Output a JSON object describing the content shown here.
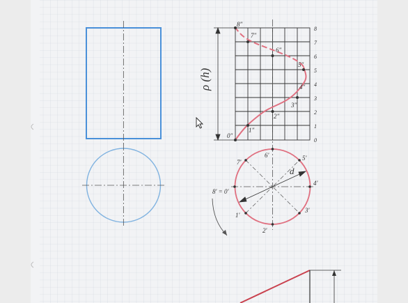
{
  "drawing": {
    "main_label": "ρ (h)",
    "diameter_label": "d",
    "top_labels": [
      "0\"",
      "1\"",
      "2\"",
      "3\"",
      "4\"",
      "5\"",
      "6\"",
      "7\"",
      "8\""
    ],
    "scale_numbers": [
      "0",
      "1",
      "2",
      "3",
      "4",
      "5",
      "6",
      "7",
      "8"
    ],
    "circle_labels": [
      "1'",
      "2'",
      "3'",
      "4'",
      "5'",
      "6'",
      "7'",
      "8' = 0'"
    ],
    "colors": {
      "paper": "#ececec",
      "grid": "#c9cfd8",
      "blue": "#4a90d9",
      "light_blue": "#7fb2e0",
      "pink": "#e07080",
      "red": "#c9414e",
      "pencil": "#555555"
    }
  }
}
